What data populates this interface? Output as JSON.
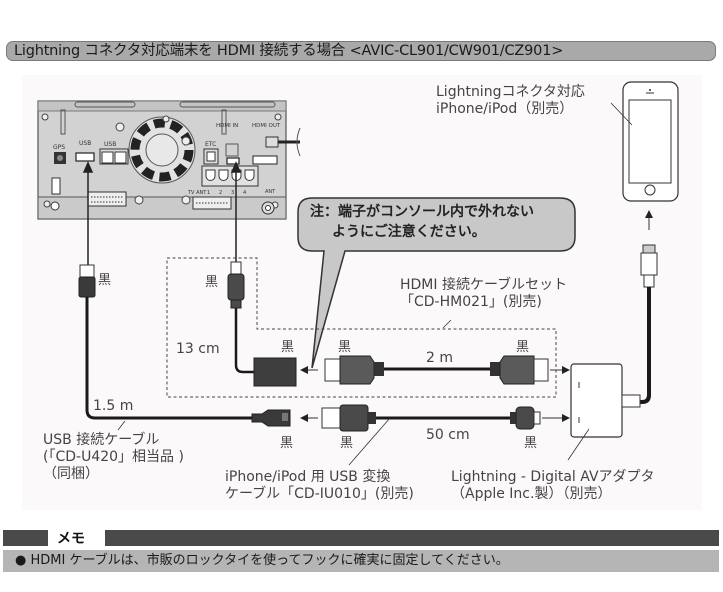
{
  "header": {
    "title": "Lightning コネクタ対応端末を HDMI 接続する場合 <AVIC-CL901/CW901/CZ901>"
  },
  "unit_panel": {
    "labels": {
      "gps": "GPS",
      "usb1": "USB",
      "usb2": "USB",
      "etc": "ETC",
      "hdmi_in": "HDMI IN",
      "hdmi_out": "HDMI OUT",
      "tv_ant": "TV ANT",
      "ant_nums": [
        "1",
        "2",
        "3",
        "4"
      ],
      "ant": "ANT"
    }
  },
  "device": {
    "label_line1": "Lightningコネクタ対応",
    "label_line2": "iPhone/iPod（別売）"
  },
  "callout": {
    "line1": "注：端子がコンソール内で外れない",
    "line2": "ようにご注意ください。"
  },
  "hdmi_set": {
    "label_line1": "HDMI 接続ケーブルセット",
    "label_line2": "「CD-HM021」(別売)",
    "short_length": "13 cm",
    "long_length": "2 m",
    "color_labels": [
      "黒",
      "黒",
      "黒",
      "黒"
    ]
  },
  "usb_cable": {
    "length": "1.5 m",
    "color_label": "黒",
    "label_line1": "USB 接続ケーブル",
    "label_line2": "(「CD-U420」相当品 )",
    "label_line3": "（同梱）"
  },
  "conversion_cable": {
    "length": "50 cm",
    "color_labels": [
      "黒",
      "黒",
      "黒"
    ],
    "label_line1": "iPhone/iPod 用 USB 変換",
    "label_line2": "ケーブル「CD-IU010」(別売)"
  },
  "adapter": {
    "label_line1": "Lightning - Digital AVアダプタ",
    "label_line2": "（Apple Inc.製）（別売）"
  },
  "memo": {
    "heading": "メモ",
    "note": "● HDMI ケーブルは、市販のロックタイを使ってフックに確実に固定してください。"
  },
  "colors": {
    "title_bg": "#a9a9a9",
    "memo_bar": "#4a4a4a",
    "memo_note_bg": "#b5b5b5",
    "callout_bg": "#c8c8c8",
    "cable": "#1a1a1a",
    "connector": "#555555"
  }
}
